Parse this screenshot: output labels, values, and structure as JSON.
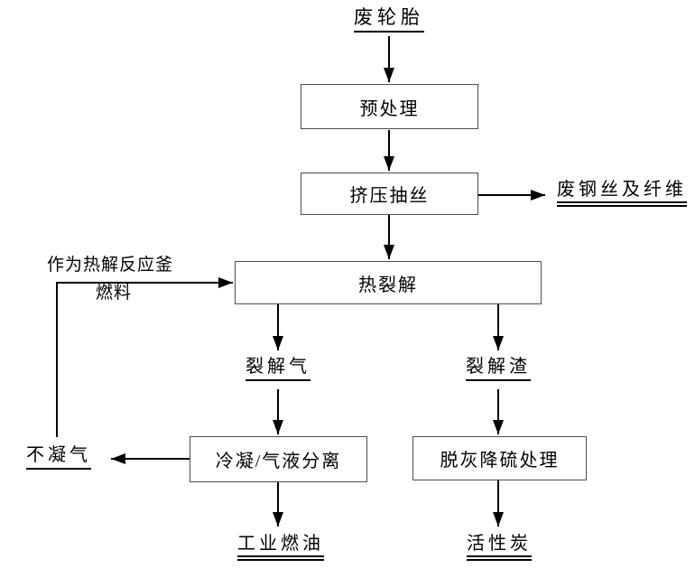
{
  "diagram": {
    "type": "flowchart",
    "nodes": {
      "waste_tire": "废轮胎",
      "pretreatment": "预处理",
      "extrusion": "挤压抽丝",
      "waste_steel_fiber": "废钢丝及纤维",
      "pyrolysis": "热裂解",
      "fuel_note_line1": "作为热解反应釜",
      "fuel_note_line2": "燃料",
      "pyrolysis_gas": "裂解气",
      "pyrolysis_residue": "裂解渣",
      "condensation": "冷凝/气液分离",
      "deashing": "脱灰降硫处理",
      "non_condensable_gas": "不凝气",
      "industrial_fuel_oil": "工业燃油",
      "activated_carbon": "活性炭"
    },
    "edges": [
      {
        "from": "废轮胎",
        "to": "预处理"
      },
      {
        "from": "预处理",
        "to": "挤压抽丝"
      },
      {
        "from": "挤压抽丝",
        "to": "废钢丝及纤维"
      },
      {
        "from": "挤压抽丝",
        "to": "热裂解"
      },
      {
        "from": "热裂解",
        "to": "裂解气"
      },
      {
        "from": "热裂解",
        "to": "裂解渣"
      },
      {
        "from": "裂解气",
        "to": "冷凝/气液分离"
      },
      {
        "from": "裂解渣",
        "to": "脱灰降硫处理"
      },
      {
        "from": "冷凝/气液分离",
        "to": "不凝气"
      },
      {
        "from": "冷凝/气液分离",
        "to": "工业燃油"
      },
      {
        "from": "脱灰降硫处理",
        "to": "活性炭"
      },
      {
        "from": "不凝气",
        "to": "热裂解",
        "label": "作为热解反应釜燃料"
      }
    ],
    "colors": {
      "line": "#000000",
      "box_border": "#4d4d4d",
      "background": "#ffffff"
    }
  }
}
